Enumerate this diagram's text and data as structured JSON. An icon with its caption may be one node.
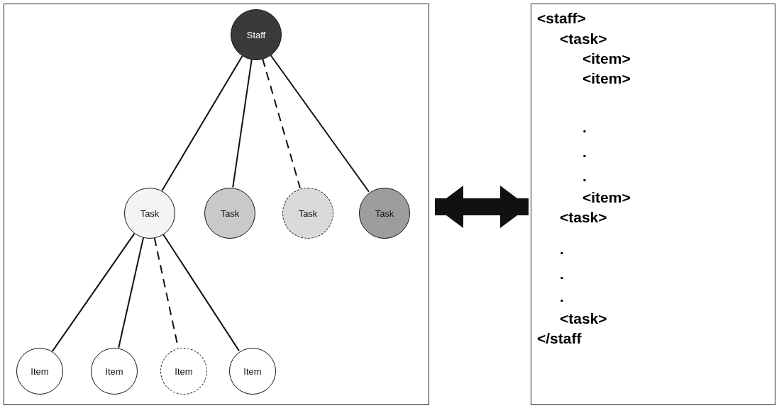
{
  "diagram": {
    "nodes": [
      {
        "text": [],
        "shape": "box"
      },
      {
        "text": [
          "Staff"
        ],
        "in": 0
      },
      {
        "text": [
          "Task"
        ],
        "in": 0
      },
      {
        "text": [
          "Task"
        ],
        "in": 0
      },
      {
        "text": [
          "Task"
        ],
        "in": 0
      },
      {
        "text": [
          "Task"
        ],
        "in": 0
      },
      {
        "text": [
          "Item"
        ],
        "in": 0
      },
      {
        "text": [
          "Item"
        ],
        "in": 0
      },
      {
        "text": [
          "Item"
        ],
        "in": 0
      },
      {
        "text": [
          "Item"
        ],
        "in": 0
      },
      {
        "text": [
          "<staff>",
          "<task>",
          "<item>",
          "<item>",
          ".",
          ".",
          ".",
          "<item>",
          "<task>",
          ".",
          ".",
          ".",
          "<task>",
          "</staff"
        ]
      }
    ],
    "edges": [
      {
        "from": 0,
        "to": 10,
        "arrow": "both",
        "style": "thick"
      },
      {
        "from": 1,
        "to": 2,
        "arrow": "none"
      },
      {
        "from": 1,
        "to": 3,
        "arrow": "none"
      },
      {
        "from": 1,
        "to": 4,
        "arrow": "none",
        "style": "dashed"
      },
      {
        "from": 1,
        "to": 5,
        "arrow": "none"
      },
      {
        "from": 2,
        "to": 6,
        "arrow": "none"
      },
      {
        "from": 2,
        "to": 7,
        "arrow": "none"
      },
      {
        "from": 2,
        "to": 8,
        "arrow": "none",
        "style": "dashed"
      },
      {
        "from": 2,
        "to": 9,
        "arrow": "none"
      }
    ]
  }
}
